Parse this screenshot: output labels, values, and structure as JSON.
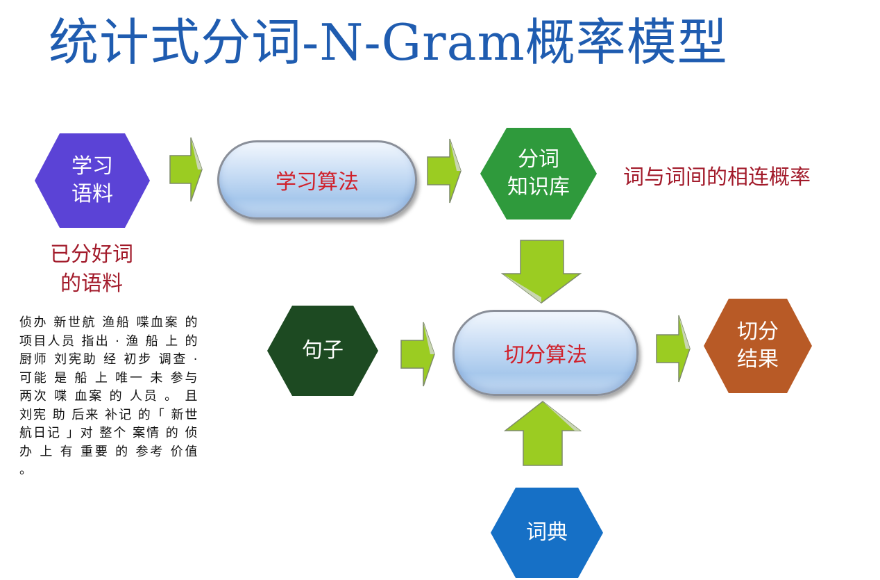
{
  "title": "统计式分词-N-Gram概率模型",
  "nodes": {
    "learning_corpus": "学习\n语料",
    "learning_algorithm": "学习算法",
    "knowledge_base": "分词\n知识库",
    "sentence": "句子",
    "segment_algorithm": "切分算法",
    "segment_result": "切分\n结果",
    "dictionary": "词典"
  },
  "labels": {
    "segmented_corpus": "已分好词\n的语料",
    "connection_probability": "词与词间的相连概率"
  },
  "sample_corpus": "侦办 新世航 渔船 喋血案 的 项目人员 指出 · 渔 船 上 的 厨师 刘宪助 经 初步 调查 · 可能 是 船 上 唯一 未 参与 两次 喋 血案 的 人员 。 且 刘宪 助 后来 补记 的「 新世 航日记 」对 整个 案情 的 侦办 上 有 重要 的 参考 价值 。",
  "colors": {
    "title": "#1f5cb0",
    "learning_corpus": "#5b43d6",
    "knowledge_base": "#2f9a3c",
    "sentence": "#1d4a22",
    "segment_result": "#b85a26",
    "dictionary": "#1670c6",
    "arrow": "#9bcc22",
    "label_red": "#a21a2a",
    "pill_text": "#d0202a"
  }
}
